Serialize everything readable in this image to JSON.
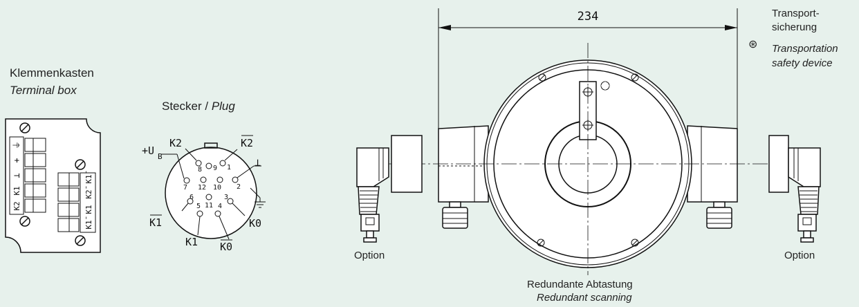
{
  "terminal_box": {
    "title_de": "Klemmenkasten",
    "title_en": "Terminal box",
    "left_terminals": [
      "⏚",
      "+",
      "⊥",
      "K1",
      "K2"
    ],
    "right_terminals": [
      "K1̄",
      "K2̄",
      "K1",
      "K1̄"
    ]
  },
  "plug": {
    "title_de": "Stecker / ",
    "title_en": "Plug",
    "pins": [
      "1",
      "2",
      "3",
      "4",
      "5",
      "6",
      "7",
      "8",
      "9",
      "10",
      "11",
      "12"
    ],
    "signals": {
      "k2": "K2",
      "k2_bar": "K2",
      "ub": "+U",
      "ub_sub": "B",
      "k1_bar": "K1",
      "k1": "K1",
      "k0": "K0",
      "k0_bar": "K0",
      "ground": "⊥"
    }
  },
  "main_view": {
    "dimension": "234",
    "transport_de_1": "Transport-",
    "transport_de_2": "sicherung",
    "transport_en_1": "Transportation",
    "transport_en_2": "safety device",
    "transport_symbol": "⊛",
    "option_left": "Option",
    "option_right": "Option",
    "redundant_de": "Redundante Abtastung",
    "redundant_en": "Redundant scanning"
  },
  "colors": {
    "background": "#e7f1ec",
    "line": "#111111",
    "face": "#ffffff"
  }
}
